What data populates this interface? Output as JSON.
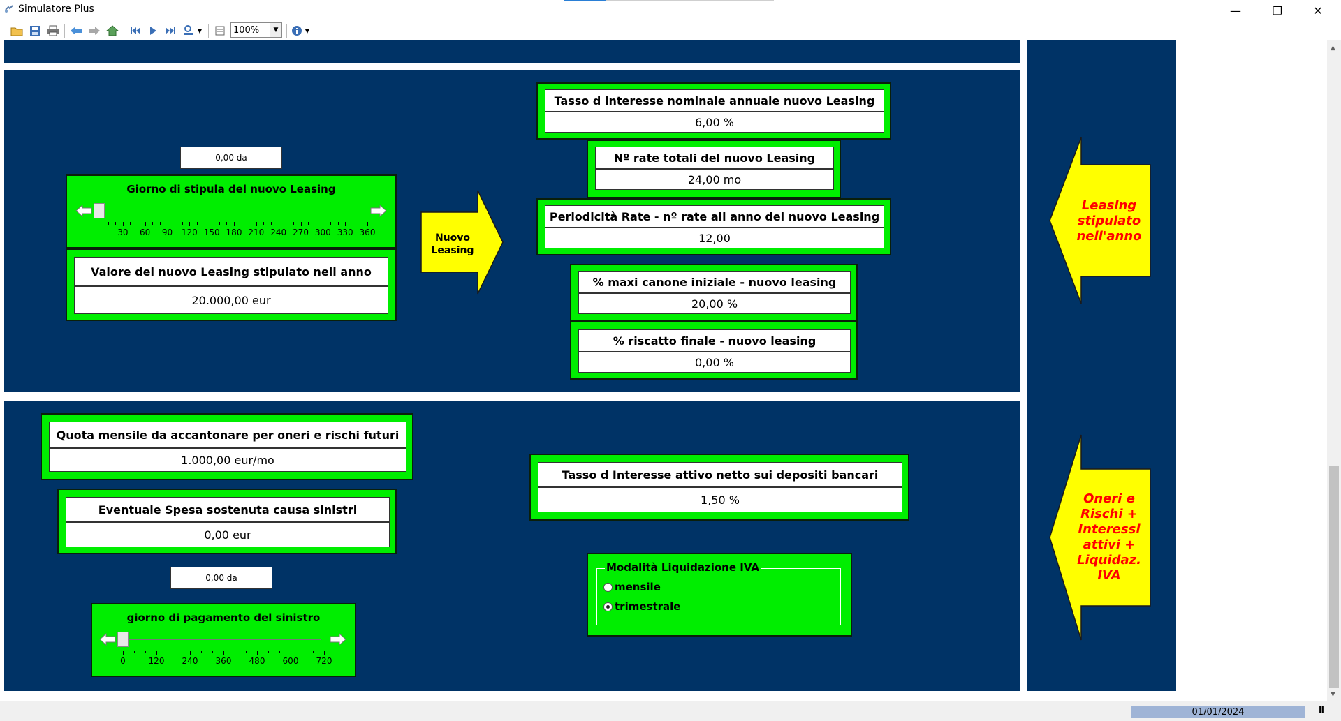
{
  "window": {
    "title": "Simulatore Plus",
    "min_glyph": "—",
    "restore_glyph": "❐",
    "close_glyph": "✕"
  },
  "toolbar": {
    "zoom_value": "100%"
  },
  "leasing": {
    "day_readout": "0,00 da",
    "day_slider": {
      "title": "Giorno di stipula del nuovo Leasing",
      "ticks": [
        "30",
        "60",
        "90",
        "120",
        "150",
        "180",
        "210",
        "240",
        "270",
        "300",
        "330",
        "360"
      ],
      "value": 0
    },
    "value_label": "Valore del nuovo Leasing stipulato nell anno",
    "value": "20.000,00 eur",
    "arrow_label": "Nuovo Leasing",
    "rate_label": "Tasso d interesse nominale annuale nuovo Leasing",
    "rate_value": "6,00 %",
    "n_rate_label": "Nº rate totali del nuovo Leasing",
    "n_rate_value": "24,00 mo",
    "period_label": "Periodicità Rate - nº rate all anno del nuovo Leasing",
    "period_value": "12,00",
    "maxi_label": "% maxi canone iniziale - nuovo leasing",
    "maxi_value": "20,00 %",
    "riscatto_label": "% riscatto finale - nuovo leasing",
    "riscatto_value": "0,00 %",
    "side_label": "Leasing stipulato nell'anno"
  },
  "oneri": {
    "quota_label": "Quota mensile da accantonare per oneri e rischi futuri",
    "quota_value": "1.000,00 eur/mo",
    "spesa_label": "Eventuale Spesa sostenuta causa sinistri",
    "spesa_value": "0,00 eur",
    "day_readout": "0,00 da",
    "day_slider": {
      "title": "giorno di pagamento del sinistro",
      "ticks": [
        "0",
        "120",
        "240",
        "360",
        "480",
        "600",
        "720"
      ],
      "value": 0
    },
    "tasso_label": "Tasso d Interesse attivo netto sui depositi bancari",
    "tasso_value": "1,50 %",
    "iva_group_label": "Modalità Liquidazione IVA",
    "iva_options": [
      "mensile",
      "trimestrale"
    ],
    "iva_selected": "trimestrale",
    "side_label": "Oneri e Rischi + Interessi attivi + Liquidaz. IVA"
  },
  "status": {
    "date": "01/01/2024",
    "pause_glyph": "II"
  },
  "colors": {
    "navy": "#003366",
    "green": "#00ee00",
    "yellow": "#ffff00",
    "red_text": "#ff0000"
  }
}
